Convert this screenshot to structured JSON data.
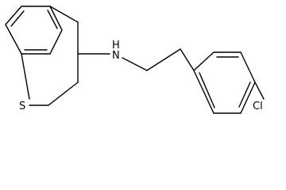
{
  "molecule": {
    "atoms": {
      "sulfur": "S",
      "amine": "H\nN",
      "amine_n": "N",
      "amine_h": "H",
      "chlorine": "Cl"
    },
    "colors": {
      "bond": "#000000",
      "label": "#000000",
      "background": "#ffffff"
    }
  }
}
